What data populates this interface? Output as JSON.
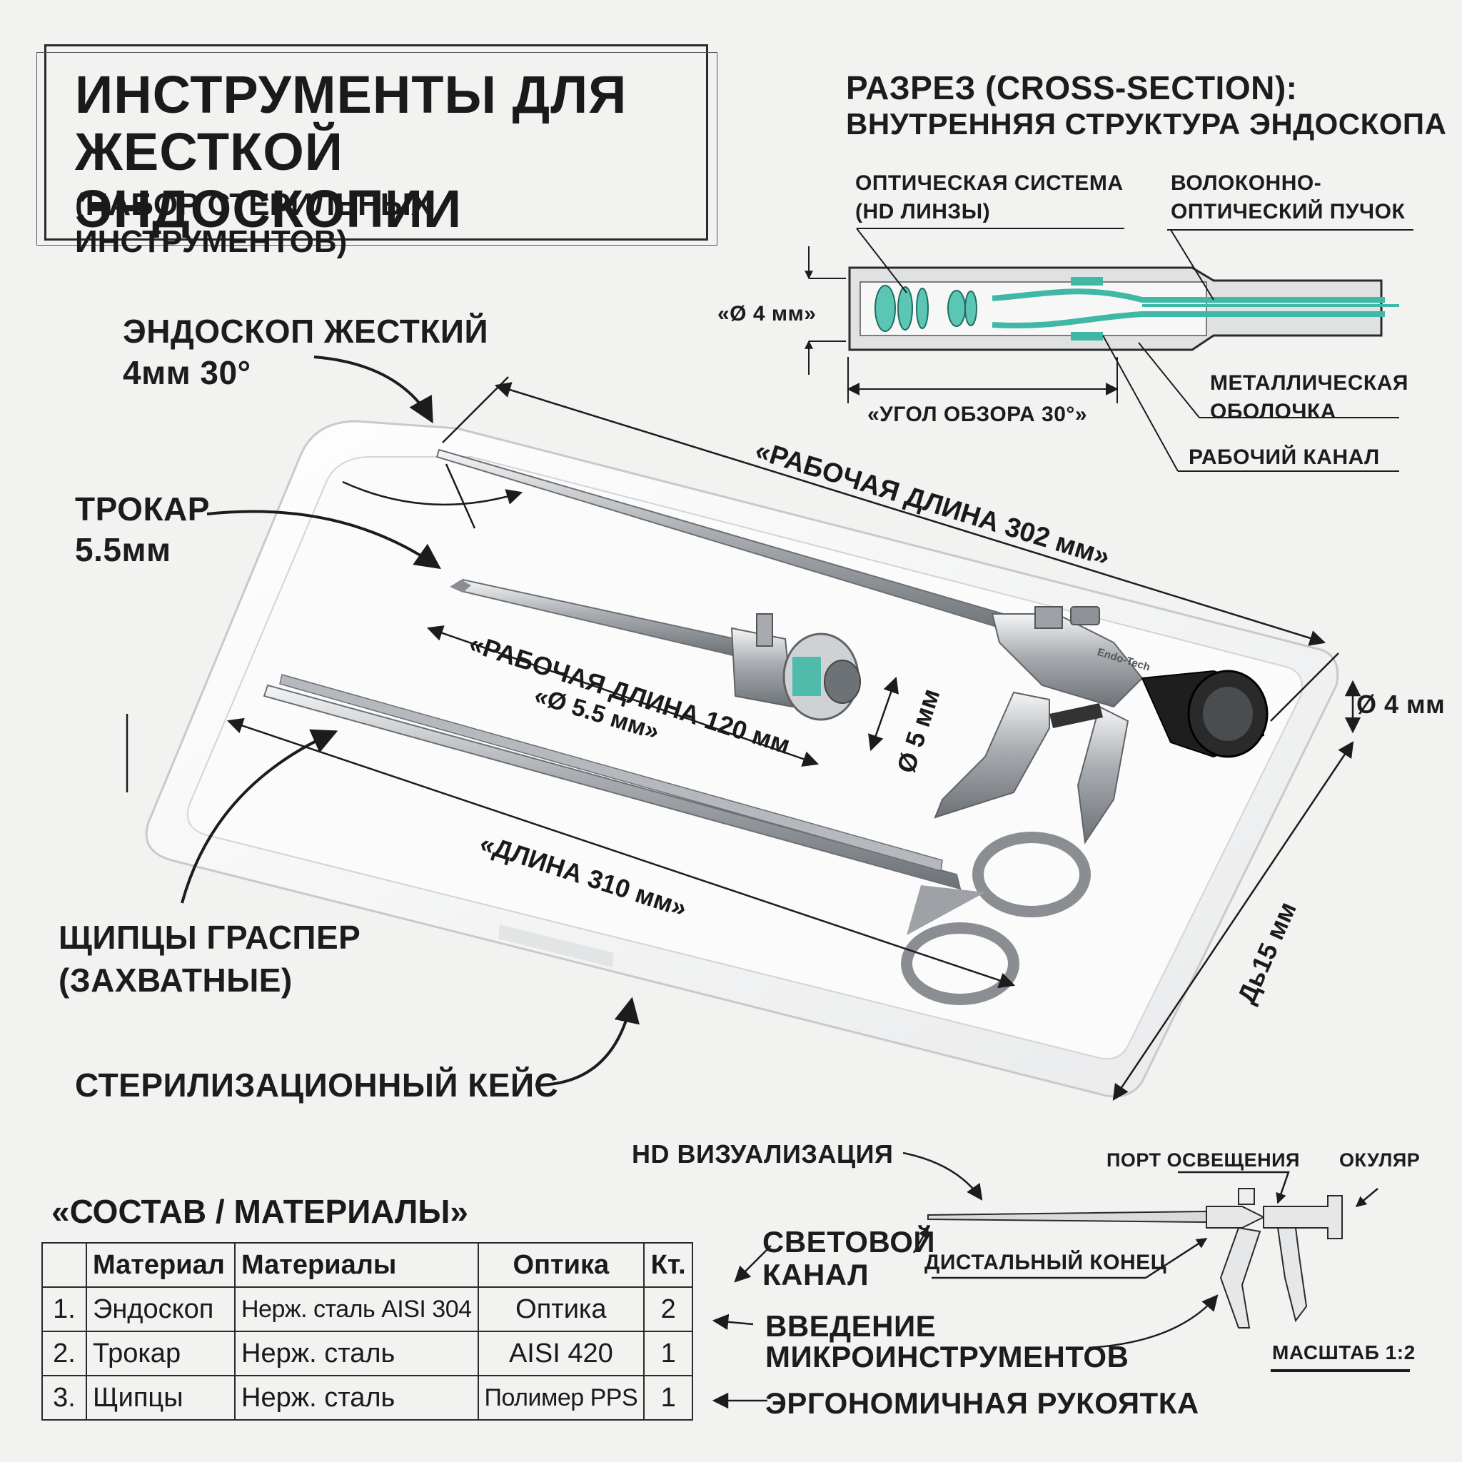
{
  "title": {
    "line1": "ИНСТРУМЕНТЫ ДЛЯ",
    "line2": "ЖЕСТКОЙ ЭНДОСКОПИИ",
    "subtitle": "(НАБОР СТЕРИЛЬНЫХ ИНСТРУМЕНТОВ)"
  },
  "cross_section": {
    "title_line1": "РАЗРЕЗ (CROSS-SECTION):",
    "title_line2": "ВНУТРЕННЯЯ СТРУКТУРА ЭНДОСКОПА",
    "optics_line1": "ОПТИЧЕСКАЯ СИСТЕМА",
    "optics_line2": "(HD ЛИНЗЫ)",
    "fiber_line1": "ВОЛОКОННО-",
    "fiber_line2": "ОПТИЧЕСКИЙ ПУЧОК",
    "diameter": "«Ø 4 мм»",
    "view_angle": "«УГОЛ ОБЗОРА 30°»",
    "sheath_line1": "МЕТАЛЛИЧЕСКАЯ",
    "sheath_line2": "ОБОЛОЧКА",
    "channel": "РАБОЧИЙ КАНАЛ"
  },
  "instruments": {
    "endoscope_line1": "ЭНДОСКОП ЖЕСТКИЙ",
    "endoscope_line2": "4мм 30°",
    "trocar_line1": "ТРОКАР",
    "trocar_line2": "5.5мм",
    "forceps_line1": "ЩИПЦЫ ГРАСПЕР",
    "forceps_line2": "(ЗАХВАТНЫЕ)",
    "case": "СТЕРИЛИЗАЦИОННЫЙ КЕЙС",
    "brand": "Endo-Tech"
  },
  "dimensions": {
    "endo_length": "«РАБОЧАЯ ДЛИНА 302 мм»",
    "trocar_length": "«РАБОЧАЯ ДЛИНА 120 мм",
    "trocar_diameter": "«Ø 5.5 мм»",
    "trocar_d5": "Ø 5 мм",
    "forceps_length": "«ДЛИНА 310 мм»",
    "endo_diameter": "Ø 4 мм",
    "case_depth": "Дь15 мм"
  },
  "bottom_diagram": {
    "hd": "HD ВИЗУАЛИЗАЦИЯ",
    "light_port": "ПОРТ ОСВЕЩЕНИЯ",
    "eyepiece": "ОКУЛЯР",
    "light_channel_line1": "СВЕТОВОЙ",
    "light_channel_line2": "КАНАЛ",
    "distal_end": "ДИСТАЛЬНЫЙ КОНЕЦ",
    "intro_line1": "ВВЕДЕНИЕ",
    "intro_line2": "МИКРОИНСТРУМЕНТОВ",
    "handle": "ЭРГОНОМИЧНАЯ РУКОЯТКА",
    "scale": "МАСШТАБ 1:2"
  },
  "table": {
    "title": "«СОСТАВ / МАТЕРИАЛЫ»",
    "headers": [
      "",
      "Материал",
      "Материалы",
      "Оптика",
      "Кт."
    ],
    "rows": [
      [
        "1.",
        "Эндоскоп",
        "Нерж. сталь AISI 304",
        "Оптика",
        "2"
      ],
      [
        "2.",
        "Трокар",
        "Нерж. сталь",
        "AISI 420",
        "1"
      ],
      [
        "3.",
        "Щипцы",
        "Нерж. сталь",
        "Полимер PPS",
        "1"
      ]
    ]
  },
  "colors": {
    "background": "#f2f2f1",
    "ink": "#1c1c1c",
    "steel": "#b9bcbf",
    "teal": "#3fb8a6",
    "tray": "#ffffff"
  }
}
